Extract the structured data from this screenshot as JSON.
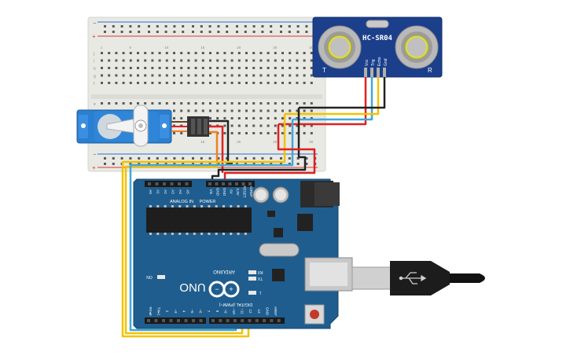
{
  "sensor": {
    "model": "HC-SR04",
    "pins": [
      "Vcc",
      "Trig",
      "Echo",
      "Gnd"
    ],
    "side_t": "T",
    "side_r": "R"
  },
  "arduino": {
    "brand": "ARDUINO",
    "model": "UNO",
    "power_label": "POWER",
    "analog_label": "ANALOG IN",
    "digital_label": "DIGITAL (PWM~)",
    "on_label": "ON",
    "tx_label": "TX",
    "rx_label": "RX",
    "l_label": "L",
    "power_pins": [
      "IOREF",
      "RESET",
      "3.3V",
      "5V",
      "GND",
      "GND",
      "Vin"
    ],
    "analog_pins": [
      "A0",
      "A1",
      "A2",
      "A3",
      "A4",
      "A5"
    ],
    "digital_pins": [
      "AREF",
      "GND",
      "13",
      "12",
      "~11",
      "~10",
      "~9",
      "8",
      "7",
      "~6",
      "~5",
      "4",
      "~3",
      "2",
      "TX▸1",
      "RX◂0"
    ]
  },
  "breadboard": {
    "rows_top": [
      "j",
      "i",
      "h",
      "g",
      "f"
    ],
    "rows_bottom": [
      "e",
      "d",
      "c",
      "b",
      "a"
    ],
    "col_numbers": [
      "1",
      "5",
      "10",
      "15",
      "20",
      "25",
      "30"
    ]
  },
  "colors": {
    "board_blue": "#1f5d8e",
    "sensor_blue": "#1b3f8b",
    "breadboard": "#e9e9e4",
    "wire_red": "#e02020",
    "wire_black": "#222222",
    "wire_yellow": "#f2c200",
    "wire_blue": "#3fa8d8",
    "wire_orange": "#f08020"
  },
  "icons": [
    "servo-motor-icon",
    "usb-cable-icon",
    "reset-button-icon",
    "infinity-logo-icon"
  ]
}
